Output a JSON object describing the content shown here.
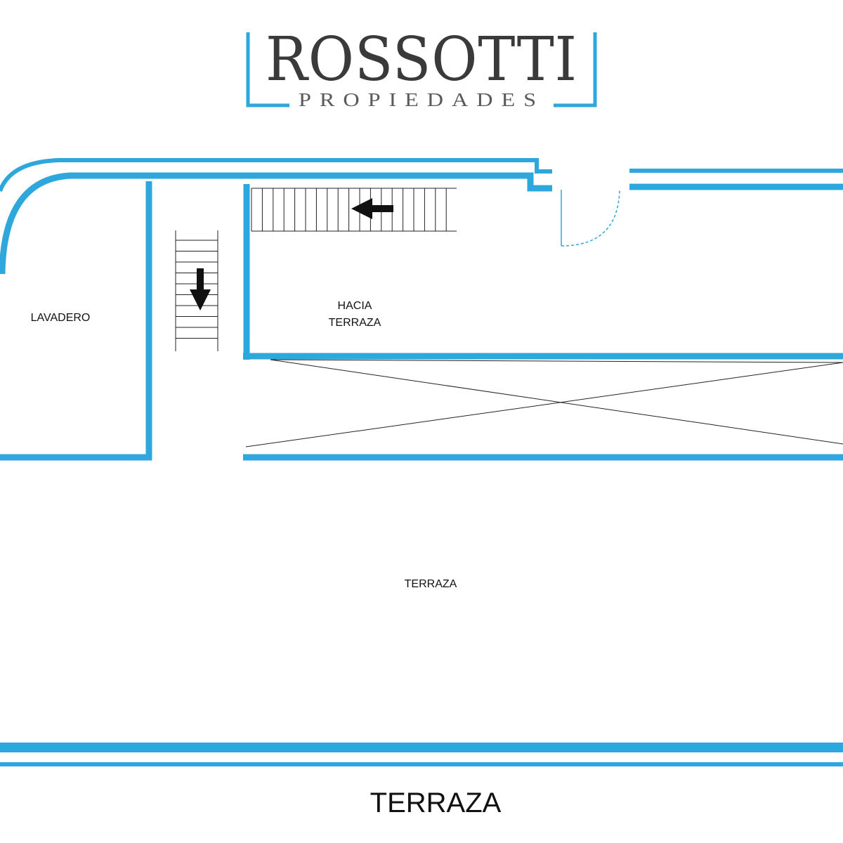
{
  "logo": {
    "name": "ROSSOTTI",
    "tagline": "PROPIEDADES"
  },
  "rooms": {
    "lavadero": "LAVADERO",
    "hacia_terraza_line1": "HACIA",
    "hacia_terraza_line2": "TERRAZA",
    "terraza": "TERRAZA"
  },
  "plan_title": "TERRAZA",
  "colors": {
    "wall": "#2ea7dd",
    "text": "#111111",
    "logo_text": "#3a3a3a"
  },
  "icons": [
    "arrow-left-icon",
    "arrow-down-icon"
  ]
}
